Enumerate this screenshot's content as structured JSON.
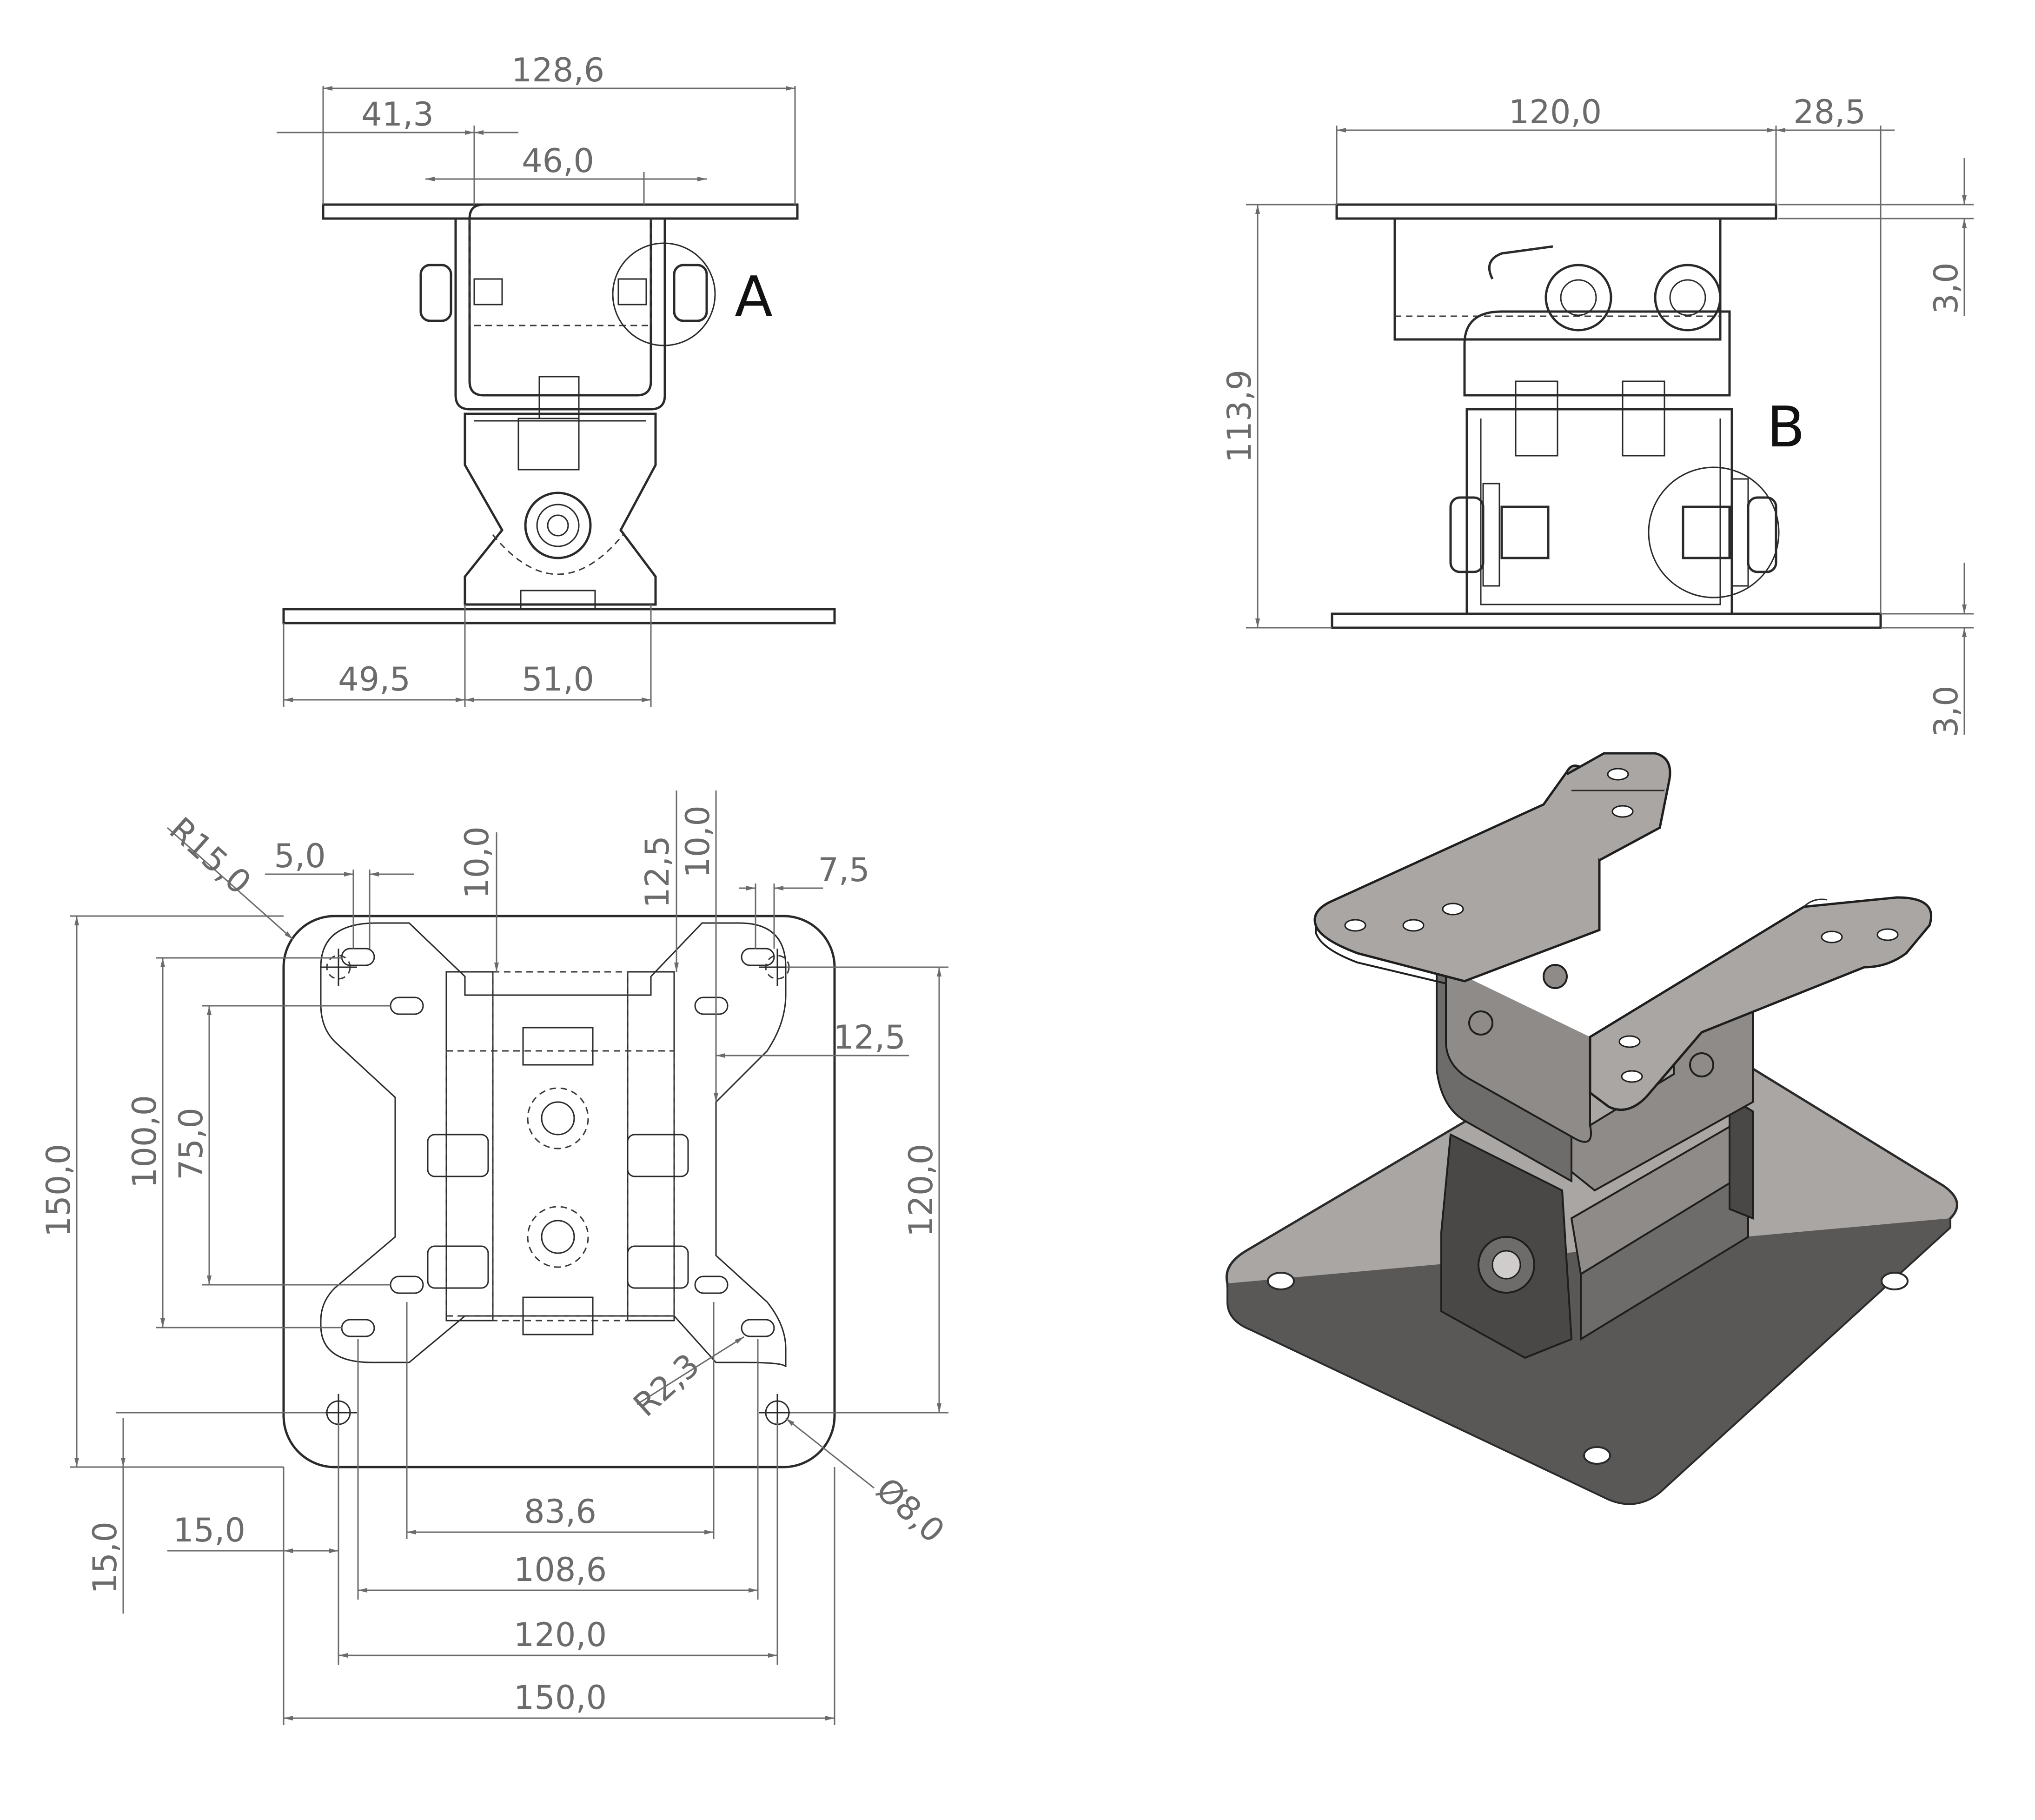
{
  "callouts": {
    "detail_a": "A",
    "detail_b": "B"
  },
  "front_view": {
    "dim_top_width": "128,6",
    "dim_left_offset": "41,3",
    "dim_inner_width": "46,0",
    "dim_bottom_left": "49,5",
    "dim_bottom_mid": "51,0"
  },
  "side_view": {
    "dim_width": "120,0",
    "dim_overhang": "28,5",
    "dim_height": "113,9",
    "dim_top_thickness": "3,0",
    "dim_bottom_thickness": "3,0"
  },
  "top_view": {
    "dim_corner_radius": "R15,0",
    "dim_slot_length": "5,0",
    "dim_notch_width": "10,0",
    "dim_notch_depth": "12,5",
    "dim_notch_depth_2": "10,0",
    "dim_edge_offset": "7,5",
    "dim_right_offset": "12,5",
    "dim_outer_height": "150,0",
    "dim_hole_pattern_height": "100,0",
    "dim_vesa_height": "75,0",
    "dim_right_height": "120,0",
    "dim_slot_radius": "R2,3",
    "dim_hole_diameter": "Ø8,0",
    "dim_left_margin": "15,0",
    "dim_bottom_margin": "15,0",
    "dim_slot_span": "83,6",
    "dim_slot_span_outer": "108,6",
    "dim_hole_span": "120,0",
    "dim_outer_width": "150,0"
  },
  "colors": {
    "line": "#2a2a2a",
    "dimension": "#6b6b6b",
    "metal_light": "#a9a6a3",
    "metal_mid": "#8e8b88",
    "metal_dark": "#4a4847"
  }
}
